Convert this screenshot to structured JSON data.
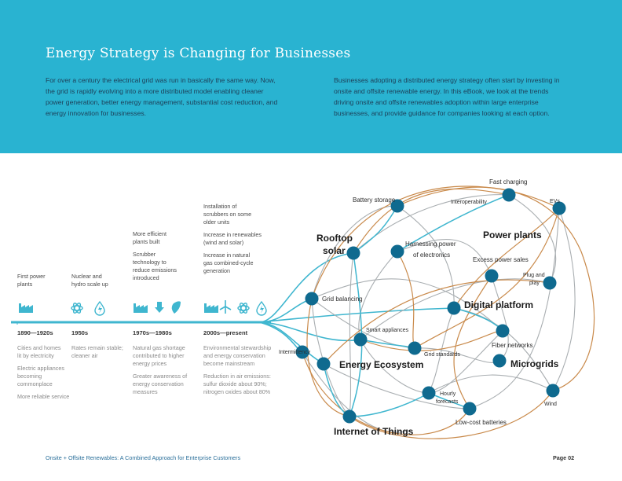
{
  "header": {
    "title": "Energy Strategy is Changing for Businesses",
    "intro_left": "For over a century the electrical grid was run in basically the same way. Now, the grid is rapidly evolving into a more distributed model enabling cleaner power generation, better energy management, substantial cost reduction, and energy innovation for businesses.",
    "intro_right": "Businesses adopting a distributed energy strategy often start by investing in onsite and offsite renewable energy. In this eBook, we look at the trends driving onsite and offsite renewables adoption within large enterprise businesses, and provide guidance for companies looking at each option."
  },
  "timeline": {
    "eras": [
      {
        "label": "1890—1920s",
        "above": [
          "First power",
          "plants"
        ],
        "below": [
          "Cities and homes",
          "lit by electricity",
          "",
          "Electric appliances",
          "becoming",
          "commonplace",
          "",
          "More reliable service"
        ]
      },
      {
        "label": "1950s",
        "above": [
          "Nuclear and",
          "hydro scale up"
        ],
        "below": [
          "Rates remain stable;",
          "cleaner air"
        ]
      },
      {
        "label": "1970s—1980s",
        "above": [
          "More efficient",
          "plants built",
          "",
          "Scrubber",
          "technology to",
          "reduce emissions",
          "introduced"
        ],
        "below": [
          "Natural gas shortage",
          "contributed to higher",
          "energy prices",
          "",
          "Greater awareness of",
          "energy conservation",
          "measures"
        ]
      },
      {
        "label": "2000s—present",
        "above": [
          "Installation of",
          "scrubbers on some",
          "older units",
          "",
          "Increase in renewables",
          "(wind and solar)",
          "",
          "Increase in natural",
          "gas combined-cycle",
          "generation"
        ],
        "below": [
          "Environmental stewardship",
          "and energy conservation",
          "become mainstream",
          "",
          "Reduction in air emissions:",
          "sulfur dioxide about 90%;",
          "nitrogen oxides about 80%"
        ]
      }
    ]
  },
  "network": {
    "labels": {
      "fast_charging": "Fast charging",
      "battery_storage": "Battery storage",
      "interoperability": "Interoperability",
      "evs": "EVs",
      "rooftop_solar_1": "Rooftop",
      "rooftop_solar_2": "solar",
      "harnessing_1": "Harnessing power",
      "harnessing_2": "of electronics",
      "power_plants": "Power plants",
      "excess_power": "Excess power sales",
      "plug_play_1": "Plug and",
      "plug_play_2": "play",
      "grid_balancing": "Grid balancing",
      "digital_platform": "Digital platform",
      "smart_appliances": "Smart appliances",
      "intermittency": "Intermittency",
      "fiber_networks": "Fiber networks",
      "grid_standards": "Grid standards",
      "energy_ecosystem": "Energy Ecosystem",
      "microgrids": "Microgrids",
      "hourly_1": "Hourly",
      "hourly_2": "forecasts",
      "wind": "Wind",
      "low_cost_batteries": "Low-cost batteries",
      "internet_of_things": "Internet of Things"
    },
    "colors": {
      "node": "#0f6a8f",
      "teal": "#3fb6cf",
      "orange": "#c98a4b",
      "gray": "#9ea3a6"
    }
  },
  "footer": {
    "left": "Onsite + Offsite Renewables: A Combined Approach for Enterprise Customers",
    "right": "Page 02"
  }
}
